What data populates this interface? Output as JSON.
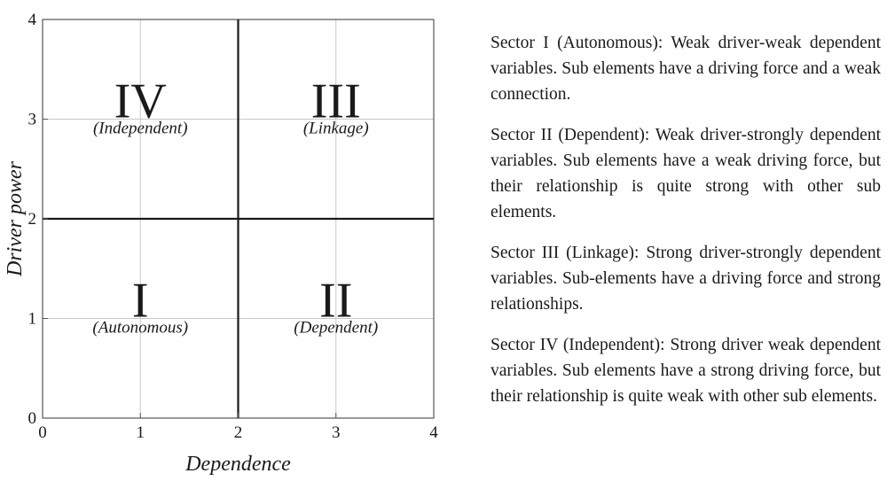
{
  "diagram": {
    "x_axis": {
      "label": "Dependence",
      "min": 0,
      "max": 4,
      "ticks": [
        "0",
        "1",
        "2",
        "3",
        "4"
      ]
    },
    "y_axis": {
      "label": "Driver power",
      "min": 0,
      "max": 4,
      "ticks": [
        "0",
        "1",
        "2",
        "3",
        "4"
      ]
    },
    "divider": {
      "x": 2,
      "y": 2
    },
    "quadrants": [
      {
        "numeral": "IV",
        "name": "(Independent)",
        "x": 1,
        "y": 3
      },
      {
        "numeral": "III",
        "name": "(Linkage)",
        "x": 3,
        "y": 3
      },
      {
        "numeral": "I",
        "name": "(Autonomous)",
        "x": 1,
        "y": 1
      },
      {
        "numeral": "II",
        "name": "(Dependent)",
        "x": 3,
        "y": 1
      }
    ]
  },
  "descriptions": [
    {
      "text": "Sector I (Autonomous): Weak driver-weak dependent variables. Sub elements have a driving force and a weak connection."
    },
    {
      "text": "Sector II (Dependent): Weak driver-strongly dependent variables. Sub elements have a weak driving force, but their relationship is quite strong with other sub elements."
    },
    {
      "text": "Sector III (Linkage): Strong driver-strongly dependent variables. Sub-elements have a driving force and strong relationships."
    },
    {
      "text": "Sector IV (Independent): Strong driver weak dependent variables. Sub elements have a strong driving force, but their relationship is quite weak with other sub elements."
    }
  ]
}
